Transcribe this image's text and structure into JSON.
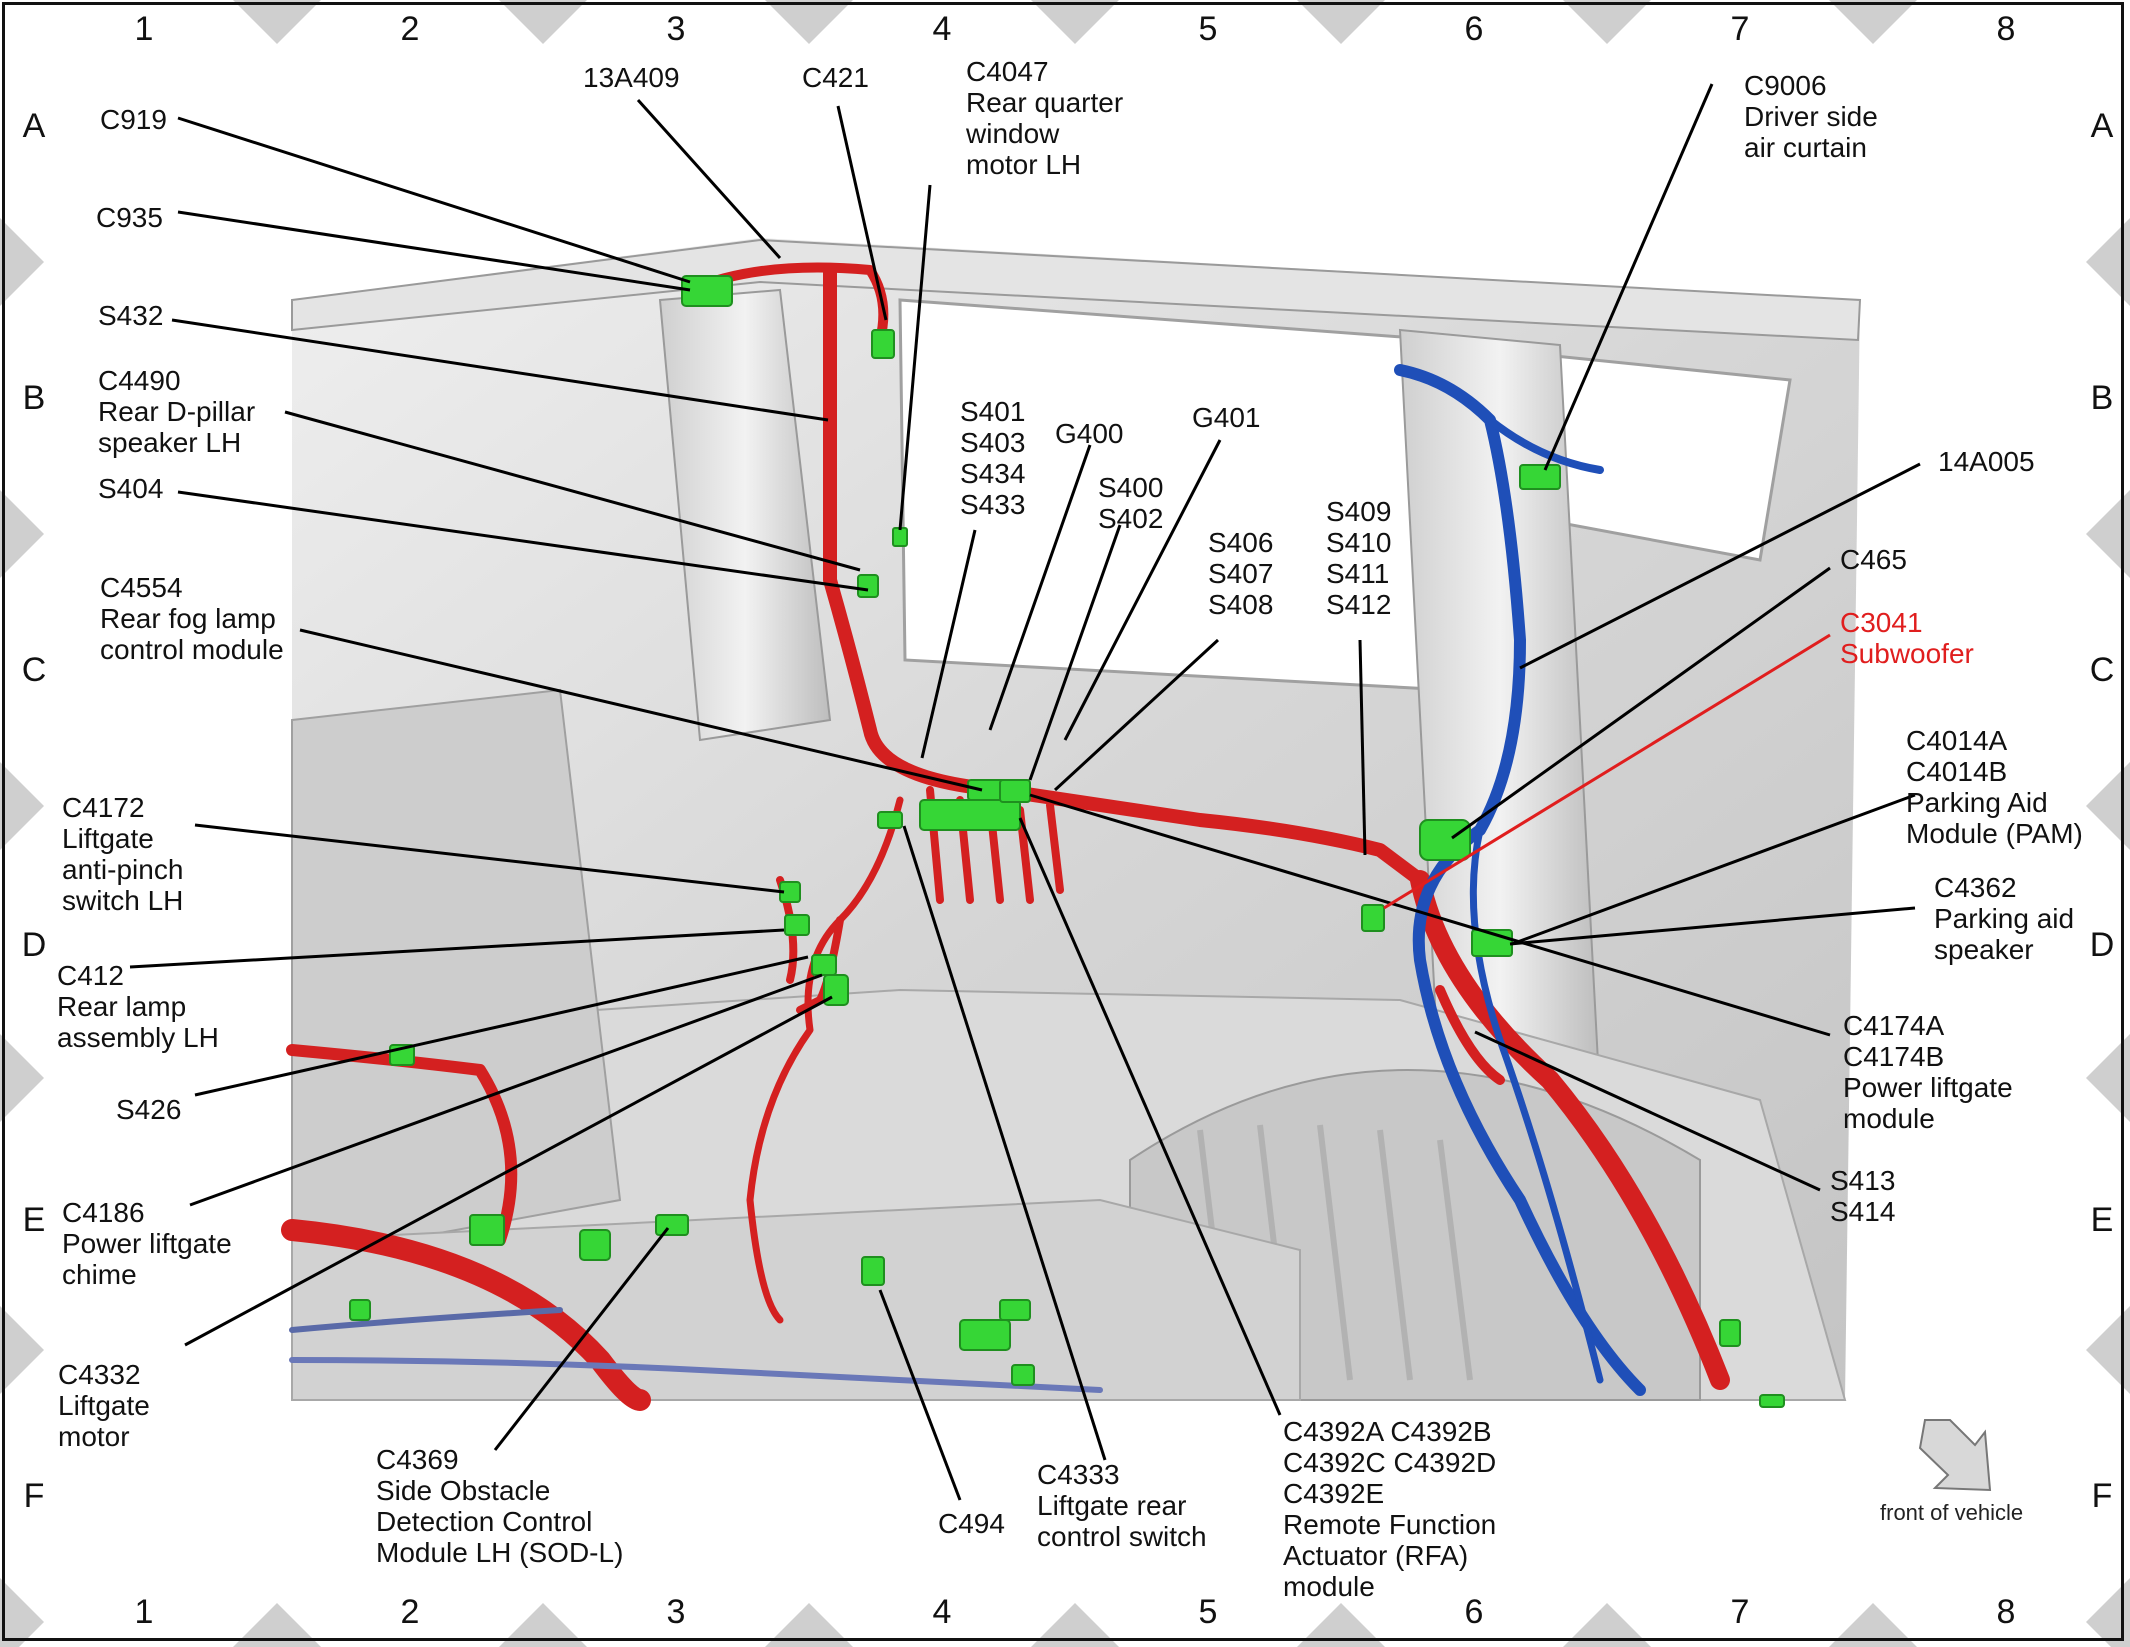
{
  "grid": {
    "columns": [
      "1",
      "2",
      "3",
      "4",
      "5",
      "6",
      "7",
      "8"
    ],
    "rows": [
      "A",
      "B",
      "C",
      "D",
      "E",
      "F"
    ]
  },
  "colors": {
    "harness_red": "#d42020",
    "harness_blue": "#1f4fb8",
    "connector_green": "#36d636",
    "body_gray": "#d9d9d9",
    "highlight_label": "#e01e1e"
  },
  "labels": {
    "l13a409": "13A409",
    "c421": "C421",
    "c4047": "C4047\nRear quarter\nwindow\nmotor LH",
    "c919": "C919",
    "c935": "C935",
    "s432": "S432",
    "c4490": "C4490\nRear D-pillar\nspeaker LH",
    "s404": "S404",
    "c4554": "C4554\nRear fog lamp\ncontrol module",
    "s401": "S401\nS403\nS434\nS433",
    "g400": "G400",
    "s400": "S400\nS402",
    "g401": "G401",
    "s406": "S406\nS407\nS408",
    "s409": "S409\nS410\nS411\nS412",
    "c9006": "C9006\nDriver side\nair curtain",
    "l14a005": "14A005",
    "c465": "C465",
    "c3041": "C3041\nSubwoofer",
    "c4014": "C4014A\nC4014B\nParking Aid\nModule (PAM)",
    "c4362": "C4362\nParking aid\nspeaker",
    "c4174": "C4174A\nC4174B\nPower liftgate\nmodule",
    "s413": "S413\nS414",
    "c4172": "C4172\nLiftgate\nanti-pinch\nswitch LH",
    "c412": "C412\nRear lamp\nassembly LH",
    "s426": "S426",
    "c4186": "C4186\nPower liftgate\nchime",
    "c4332": "C4332\nLiftgate\nmotor",
    "c4369": "C4369\nSide Obstacle\nDetection Control\nModule LH (SOD-L)",
    "c494": "C494",
    "c4333": "C4333\nLiftgate rear\ncontrol switch",
    "c4392": "C4392A C4392B\nC4392C C4392D\nC4392E\nRemote Function\nActuator (RFA)\nmodule"
  },
  "orientation": {
    "label": "front of vehicle",
    "icon": "arrow-down-right-icon"
  }
}
